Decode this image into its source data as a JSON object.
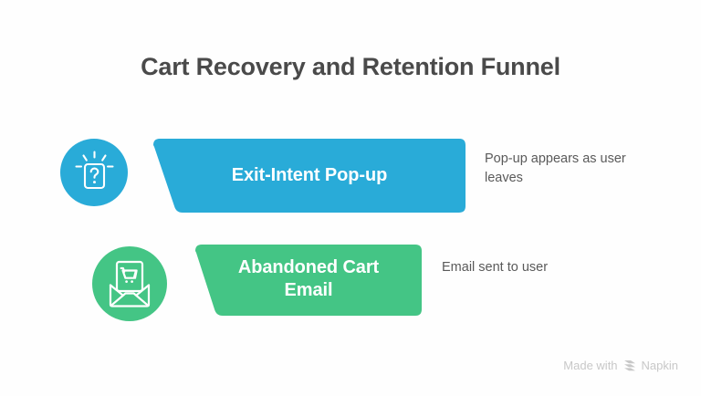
{
  "page": {
    "title": "Cart Recovery and Retention Funnel",
    "background_color": "#fefefe",
    "title_color": "#4a4a4a"
  },
  "funnel": {
    "stages": [
      {
        "label": "Exit-Intent Pop-up",
        "annotation": "Pop-up appears as user\nleaves",
        "color": "#29abd8",
        "icon": "popup-question-icon"
      },
      {
        "label": "Abandoned Cart\nEmail",
        "annotation": "Email sent to user",
        "color": "#44c585",
        "icon": "envelope-cart-icon"
      }
    ]
  },
  "watermark": {
    "prefix": "Made with",
    "brand": "Napkin",
    "logo": "napkin-chevron-icon",
    "color": "#c8c8c8"
  }
}
